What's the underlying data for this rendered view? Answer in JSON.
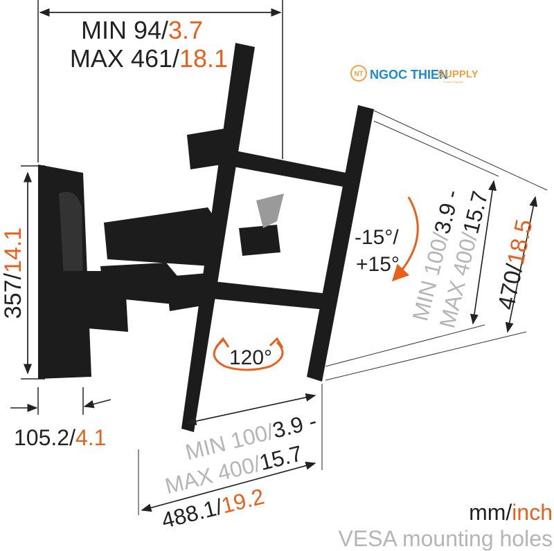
{
  "logo": {
    "mark": "NT",
    "name": "NGOC THIEN",
    "supply": "SUPPLY",
    "tagline": "Trusted Supplier"
  },
  "colors": {
    "text": "#222222",
    "accent": "#e8601c",
    "light": "#b5b5b5",
    "bracket": "#1c1c1c"
  },
  "dims": {
    "arm_min_mm": "MIN 94/",
    "arm_min_in": "3.7",
    "arm_max_mm": "MAX 461/",
    "arm_max_in": "18.1",
    "plate_h_mm": "357/",
    "plate_h_in": "14.1",
    "plate_d_mm": "105.2/",
    "plate_d_in": "4.1",
    "tilt_a": "-15°/",
    "tilt_b": "+15°",
    "swivel": "120°",
    "vesa_h_min_mm": "MIN 100/",
    "vesa_h_min_in": "3.9 -",
    "vesa_h_max_mm": "MAX 400/",
    "vesa_h_max_in": "15.7",
    "width_mm": "488.1/",
    "width_in": "19.2",
    "vesa_v_min_mm": "MIN 100/",
    "vesa_v_min_in": "3.9 -",
    "vesa_v_max_mm": "MAX 400/",
    "vesa_v_max_in": "15.7",
    "height_mm": "470/",
    "height_in": "18.5"
  },
  "legend": {
    "units_mm": "mm/",
    "units_in": "inch",
    "caption": "VESA mounting holes"
  }
}
